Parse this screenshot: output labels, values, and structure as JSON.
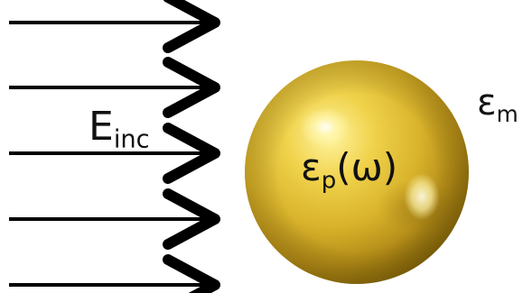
{
  "diagram": {
    "incident_field": {
      "symbol": "E",
      "subscript": "inc"
    },
    "particle": {
      "symbol": "ε",
      "subscript": "p",
      "argument": "(ω)"
    },
    "medium": {
      "symbol": "ε",
      "subscript": "m"
    },
    "arrow_count": 5,
    "colors": {
      "arrows": "#000000",
      "particle_light": "#fff4a0",
      "particle_mid": "#e3bf32",
      "particle_dark": "#7f6209",
      "text": "#111111"
    }
  }
}
